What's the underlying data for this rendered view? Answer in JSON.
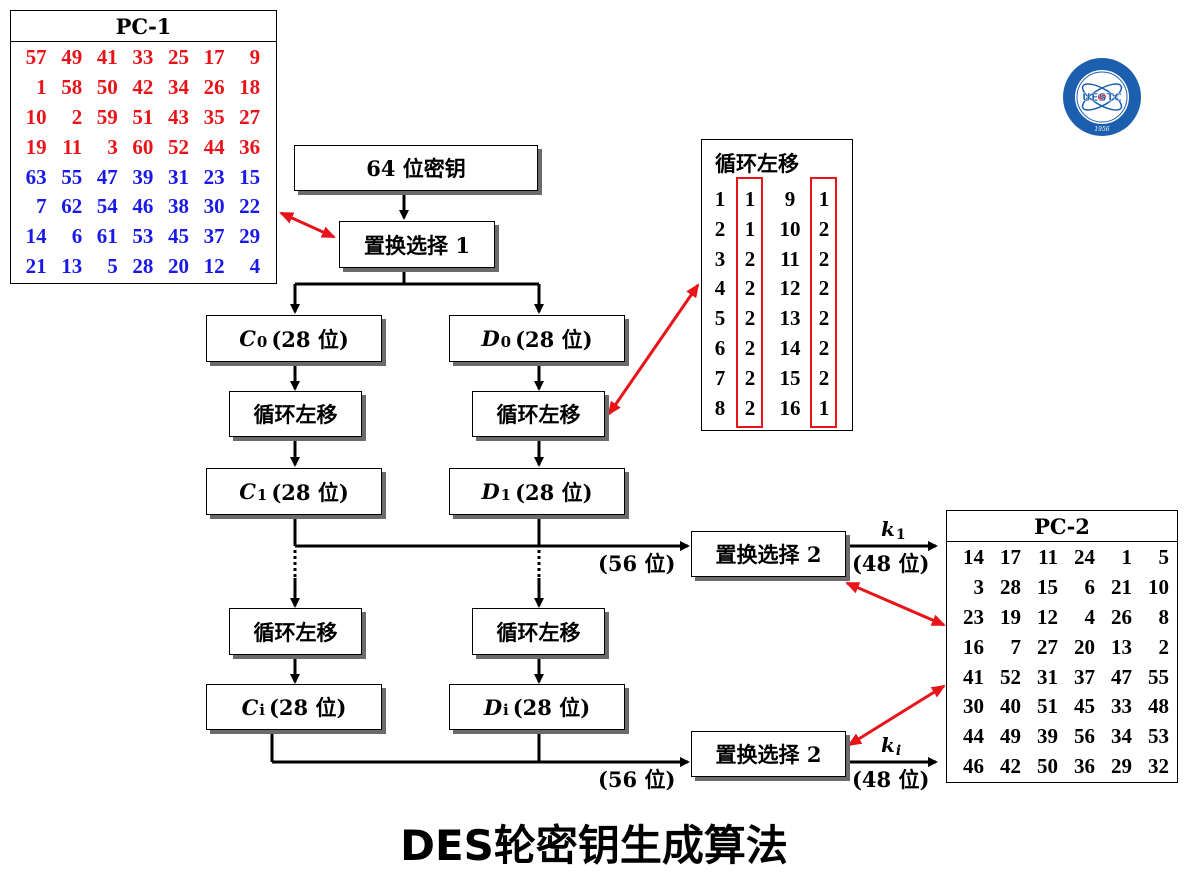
{
  "title": "DES轮密钥生成算法",
  "key_box": "64 位密钥",
  "pc1_box": "置换选择 1",
  "pc2_box_label": "置换选择 2",
  "shift_box_label": "循环左移",
  "c0": {
    "var": "C",
    "sub": "0",
    "text": "(28 位)"
  },
  "d0": {
    "var": "D",
    "sub": "0",
    "text": "(28 位)"
  },
  "c1": {
    "var": "C",
    "sub": "1",
    "text": "(28 位)"
  },
  "d1": {
    "var": "D",
    "sub": "1",
    "text": "(28 位)"
  },
  "ci": {
    "var": "C",
    "sub": "i",
    "text": "(28 位)"
  },
  "di": {
    "var": "D",
    "sub": "i",
    "text": "(28 位)"
  },
  "bits56": "(56 位)",
  "bits48": "(48 位)",
  "k1": {
    "var": "k",
    "sub": "1"
  },
  "ki": {
    "var": "k",
    "sub": "i"
  },
  "pc1": {
    "title": "PC-1",
    "rows": [
      [
        "57",
        "49",
        "41",
        "33",
        "25",
        "17",
        "9"
      ],
      [
        "1",
        "58",
        "50",
        "42",
        "34",
        "26",
        "18"
      ],
      [
        "10",
        "2",
        "59",
        "51",
        "43",
        "35",
        "27"
      ],
      [
        "19",
        "11",
        "3",
        "60",
        "52",
        "44",
        "36"
      ],
      [
        "63",
        "55",
        "47",
        "39",
        "31",
        "23",
        "15"
      ],
      [
        "7",
        "62",
        "54",
        "46",
        "38",
        "30",
        "22"
      ],
      [
        "14",
        "6",
        "61",
        "53",
        "45",
        "37",
        "29"
      ],
      [
        "21",
        "13",
        "5",
        "28",
        "20",
        "12",
        "4"
      ]
    ],
    "row_colors": [
      "red",
      "red",
      "red",
      "red",
      "blue",
      "blue",
      "blue",
      "blue"
    ]
  },
  "pc2": {
    "title": "PC-2",
    "rows": [
      [
        "14",
        "17",
        "11",
        "24",
        "1",
        "5"
      ],
      [
        "3",
        "28",
        "15",
        "6",
        "21",
        "10"
      ],
      [
        "23",
        "19",
        "12",
        "4",
        "26",
        "8"
      ],
      [
        "16",
        "7",
        "27",
        "20",
        "13",
        "2"
      ],
      [
        "41",
        "52",
        "31",
        "37",
        "47",
        "55"
      ],
      [
        "30",
        "40",
        "51",
        "45",
        "33",
        "48"
      ],
      [
        "44",
        "49",
        "39",
        "56",
        "34",
        "53"
      ],
      [
        "46",
        "42",
        "50",
        "36",
        "29",
        "32"
      ]
    ]
  },
  "shift_table": {
    "title": "循环左移",
    "rows": [
      [
        "1",
        "1",
        "9",
        "1"
      ],
      [
        "2",
        "1",
        "10",
        "2"
      ],
      [
        "3",
        "2",
        "11",
        "2"
      ],
      [
        "4",
        "2",
        "12",
        "2"
      ],
      [
        "5",
        "2",
        "13",
        "2"
      ],
      [
        "6",
        "2",
        "14",
        "2"
      ],
      [
        "7",
        "2",
        "15",
        "2"
      ],
      [
        "8",
        "2",
        "16",
        "1"
      ]
    ]
  },
  "logo": {
    "text": "UESTC",
    "year": "1956"
  },
  "colors": {
    "red": "#e8141a",
    "blue": "#1a1ae8",
    "shadow": "#6b6b6b"
  }
}
